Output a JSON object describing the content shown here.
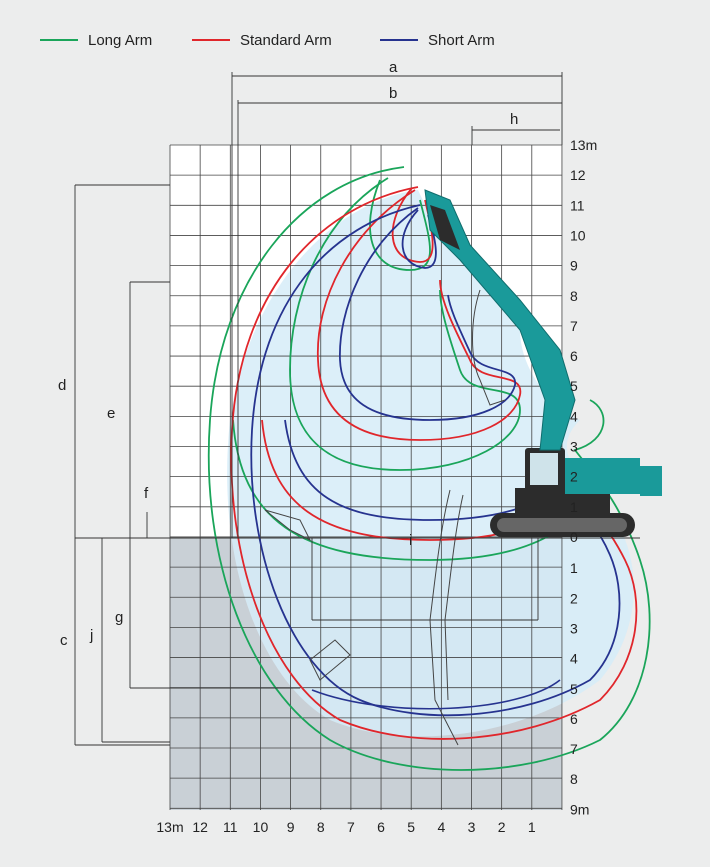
{
  "legend": [
    {
      "label": "Long Arm",
      "color": "#1aa55a"
    },
    {
      "label": "Standard Arm",
      "color": "#e0262b"
    },
    {
      "label": "Short Arm",
      "color": "#26338f"
    }
  ],
  "y_axis": {
    "above": [
      "13m",
      "12",
      "11",
      "10",
      "9",
      "8",
      "7",
      "6",
      "5",
      "4",
      "3",
      "2",
      "1",
      "0"
    ],
    "below": [
      "1",
      "2",
      "3",
      "4",
      "5",
      "6",
      "7",
      "8",
      "9m"
    ]
  },
  "x_axis": [
    "13m",
    "12",
    "11",
    "10",
    "9",
    "8",
    "7",
    "6",
    "5",
    "4",
    "3",
    "2",
    "1"
  ],
  "dimension_labels": {
    "a": "a",
    "b": "b",
    "c": "c",
    "d": "d",
    "e": "e",
    "f": "f",
    "g": "g",
    "h": "h",
    "i": "i",
    "j": "j"
  },
  "colors": {
    "background": "#eceded",
    "grid_above": "#ffffff",
    "grid_below": "#c9d0d6",
    "envelope_fill": "#d8eefa",
    "machine": "#1a9a9a",
    "machine_dark": "#2c2c2c",
    "long_arm": "#1aa55a",
    "standard_arm": "#e0262b",
    "short_arm": "#26338f"
  },
  "icons": [
    "excavator-icon",
    "bucket-icon"
  ]
}
